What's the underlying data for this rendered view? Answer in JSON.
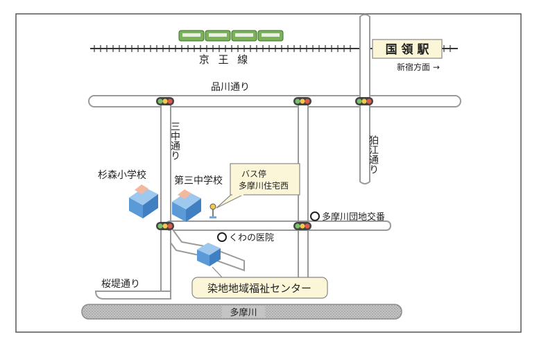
{
  "railway": {
    "line_name": "京 王 線",
    "station_name": "国 領 駅",
    "direction": "新宿方面 →"
  },
  "roads": {
    "shinagawa": "品川通り",
    "sanchu": "三中通り",
    "komae": "狛江通り",
    "sakurazutsumi": "桜堤通り"
  },
  "river": {
    "name": "多摩川"
  },
  "places": {
    "sugimori_school": "杉森小学校",
    "daisan_school": "第三中学校",
    "bus_stop": {
      "line1": "バス停",
      "line2": "多摩川住宅西"
    },
    "police_box": "多摩川団地交番",
    "clinic": "くわの医院",
    "center": "染地地域福祉センター"
  },
  "colors": {
    "road_fill": "#ffffff",
    "road_stroke": "#9a9a9a",
    "river_fill": "#bdbdbd",
    "label_fill": "#fbf6d8",
    "building_blue": "#5a9ad6",
    "train_green": "#7bb25a"
  }
}
